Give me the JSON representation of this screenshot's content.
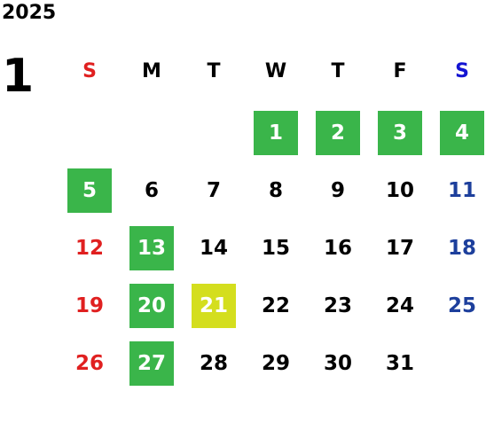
{
  "calendar": {
    "year": "2025",
    "month": "1",
    "weekdays": [
      "S",
      "M",
      "T",
      "W",
      "T",
      "F",
      "S"
    ],
    "first_weekday_index": 3,
    "days_in_month": 31,
    "highlighted_days": [
      1,
      2,
      3,
      4,
      5,
      13,
      20,
      27
    ],
    "today": 21,
    "colors": {
      "sunday": "#e02020",
      "saturday": "#1d3f9c",
      "saturday_header": "#1414d2",
      "weekday": "#000000",
      "holiday_bg": "#3ab54a",
      "today_bg": "#d4de1e",
      "highlight_text": "#ffffff"
    }
  }
}
